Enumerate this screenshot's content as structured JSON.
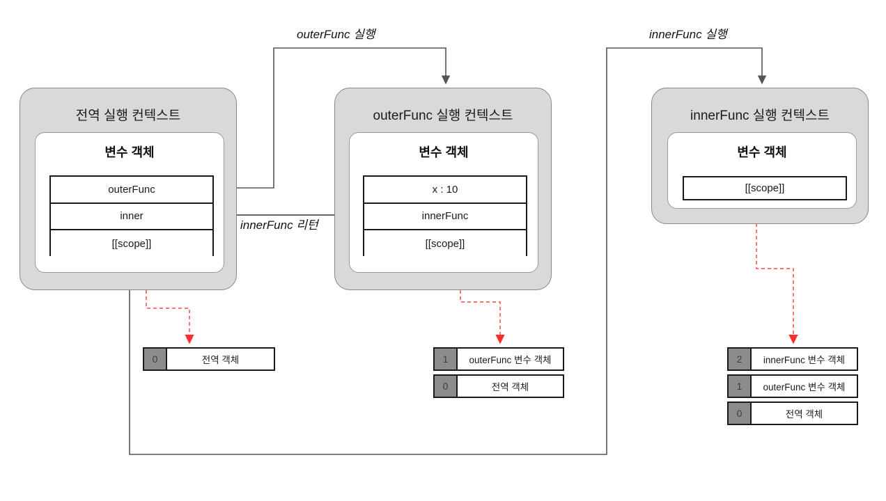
{
  "diagram": {
    "title": "JavaScript closure execution context diagram",
    "colors": {
      "context_fill": "#d9d9d9",
      "variable_object_fill": "#ffffff",
      "table_border": "#1a1a1a",
      "index_cell_fill": "#8c8c8c",
      "scope_arrow": "#ff2d2d",
      "flow_arrow": "#555555"
    }
  },
  "contexts": [
    {
      "id": "global",
      "title": "전역 실행 컨텍스트",
      "variable_object_title": "변수 객체",
      "properties": [
        "outerFunc",
        "inner",
        "[[scope]]"
      ]
    },
    {
      "id": "outerFunc",
      "title": "outerFunc 실행 컨텍스트",
      "variable_object_title": "변수 객체",
      "properties": [
        "x : 10",
        "innerFunc",
        "[[scope]]"
      ]
    },
    {
      "id": "innerFunc",
      "title": "innerFunc 실행 컨텍스트",
      "variable_object_title": "변수 객체",
      "properties": [
        "[[scope]]"
      ]
    }
  ],
  "scope_chains": [
    {
      "id": "global-chain",
      "rows": [
        {
          "index": "0",
          "label": "전역 객체"
        }
      ]
    },
    {
      "id": "outerFunc-chain",
      "rows": [
        {
          "index": "1",
          "label": "outerFunc 변수 객체"
        },
        {
          "index": "0",
          "label": "전역 객체"
        }
      ]
    },
    {
      "id": "innerFunc-chain",
      "rows": [
        {
          "index": "2",
          "label": "innerFunc 변수 객체"
        },
        {
          "index": "1",
          "label": "outerFunc 변수 객체"
        },
        {
          "index": "0",
          "label": "전역 객체"
        }
      ]
    }
  ],
  "edge_labels": {
    "outer_exec": "outerFunc 실행",
    "inner_exec": "innerFunc 실행",
    "inner_return": "innerFunc 리턴"
  }
}
